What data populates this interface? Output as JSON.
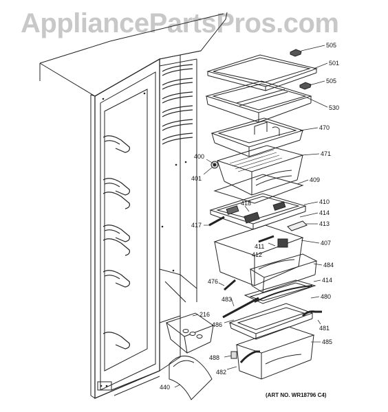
{
  "watermark": "AppliancePartsPros.com",
  "art_number": "(ART NO. WR18796 C4)",
  "callouts": [
    {
      "id": "c505a",
      "label": "505"
    },
    {
      "id": "c501",
      "label": "501"
    },
    {
      "id": "c505b",
      "label": "505"
    },
    {
      "id": "c530",
      "label": "530"
    },
    {
      "id": "c470",
      "label": "470"
    },
    {
      "id": "c471",
      "label": "471"
    },
    {
      "id": "c400",
      "label": "400"
    },
    {
      "id": "c401",
      "label": "401"
    },
    {
      "id": "c409",
      "label": "409"
    },
    {
      "id": "c410",
      "label": "410"
    },
    {
      "id": "c418",
      "label": "418"
    },
    {
      "id": "c414a",
      "label": "414"
    },
    {
      "id": "c417",
      "label": "417"
    },
    {
      "id": "c413",
      "label": "413"
    },
    {
      "id": "c411",
      "label": "411"
    },
    {
      "id": "c412",
      "label": "412"
    },
    {
      "id": "c407",
      "label": "407"
    },
    {
      "id": "c484",
      "label": "484"
    },
    {
      "id": "c476",
      "label": "476"
    },
    {
      "id": "c414b",
      "label": "414"
    },
    {
      "id": "c483",
      "label": "483"
    },
    {
      "id": "c480",
      "label": "480"
    },
    {
      "id": "c216",
      "label": "216"
    },
    {
      "id": "c486",
      "label": "486"
    },
    {
      "id": "c481",
      "label": "481"
    },
    {
      "id": "c485",
      "label": "485"
    },
    {
      "id": "c488",
      "label": "488"
    },
    {
      "id": "c482",
      "label": "482"
    },
    {
      "id": "c440",
      "label": "440"
    }
  ]
}
